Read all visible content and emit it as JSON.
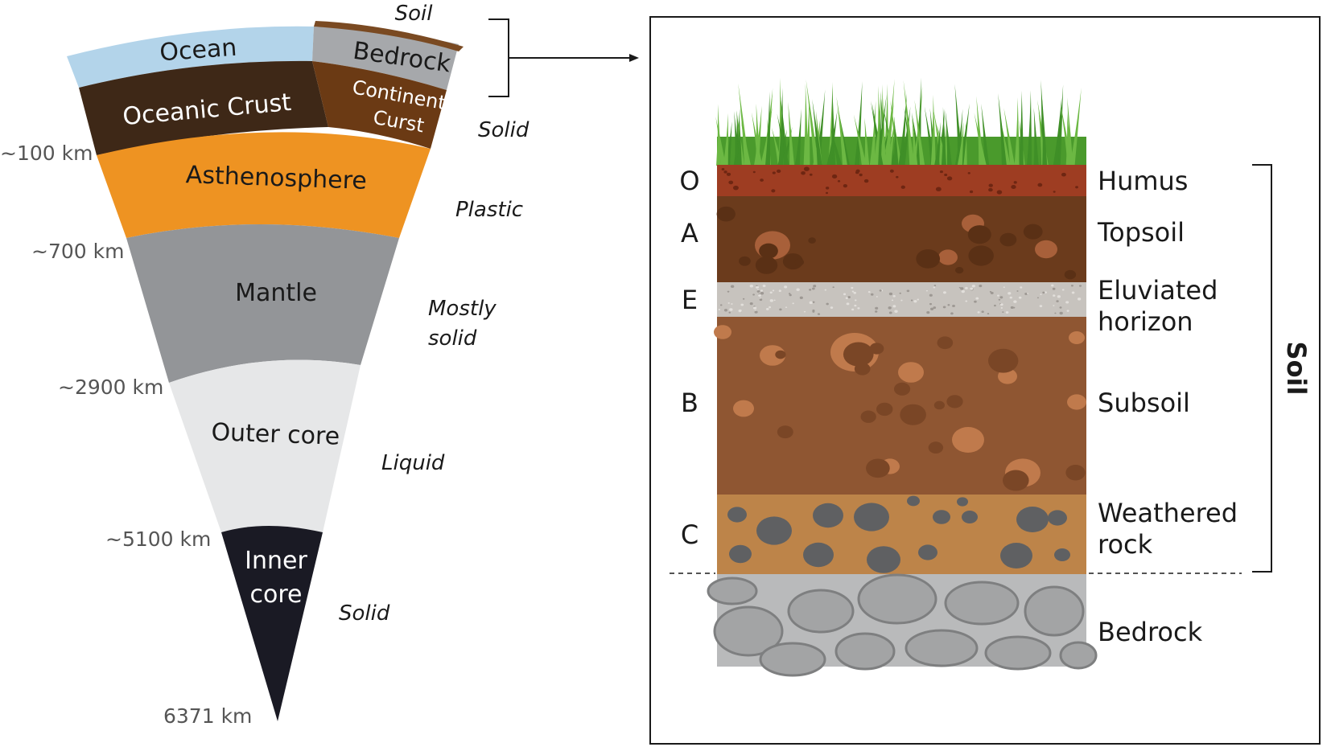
{
  "earth": {
    "layers": [
      {
        "id": "ocean",
        "label": "Ocean",
        "color": "#b3d4ea",
        "text_color": "#1a1a1a"
      },
      {
        "id": "bedrock",
        "label": "Bedrock",
        "color": "#a6a8ab",
        "text_color": "#1a1a1a"
      },
      {
        "id": "oceanic-crust",
        "label": "Oceanic Crust",
        "color": "#3e2817",
        "text_color": "#ffffff"
      },
      {
        "id": "continental-crust",
        "label": "Continental Curst",
        "color": "#6b3a14",
        "text_color": "#ffffff"
      },
      {
        "id": "asthenosphere",
        "label": "Asthenosphere",
        "color": "#ee9322",
        "text_color": "#1a1a1a"
      },
      {
        "id": "mantle",
        "label": "Mantle",
        "color": "#939598",
        "text_color": "#1a1a1a"
      },
      {
        "id": "outer-core",
        "label": "Outer core",
        "color": "#e6e7e8",
        "text_color": "#1a1a1a"
      },
      {
        "id": "inner-core",
        "label": "Inner core",
        "label_line1": "Inner",
        "label_line2": "core",
        "color": "#1a1a24",
        "text_color": "#ffffff"
      }
    ],
    "soil_label": "Soil",
    "states": {
      "crust": "Solid",
      "asthenosphere": "Plastic",
      "mantle_line1": "Mostly",
      "mantle_line2": "solid",
      "outer_core": "Liquid",
      "inner_core": "Solid"
    },
    "depths": {
      "d100": "~100 km",
      "d700": "~700 km",
      "d2900": "~2900 km",
      "d5100": "~5100 km",
      "d6371": "6371 km"
    }
  },
  "soil_profile": {
    "horizons": [
      {
        "letter": "O",
        "name": "Humus",
        "color": "#9e3d22"
      },
      {
        "letter": "A",
        "name": "Topsoil",
        "color": "#6b3b1c"
      },
      {
        "letter": "E",
        "name": "Eluviated",
        "name2": "horizon",
        "color": "#c7c3be"
      },
      {
        "letter": "B",
        "name": "Subsoil",
        "color": "#8f5632"
      },
      {
        "letter": "C",
        "name": "Weathered",
        "name2": "rock",
        "color": "#bd8449"
      }
    ],
    "bedrock": {
      "name": "Bedrock",
      "color": "#b9babb"
    },
    "grass_color": "#4a9a2c",
    "soil_bracket_label": "Soil"
  }
}
